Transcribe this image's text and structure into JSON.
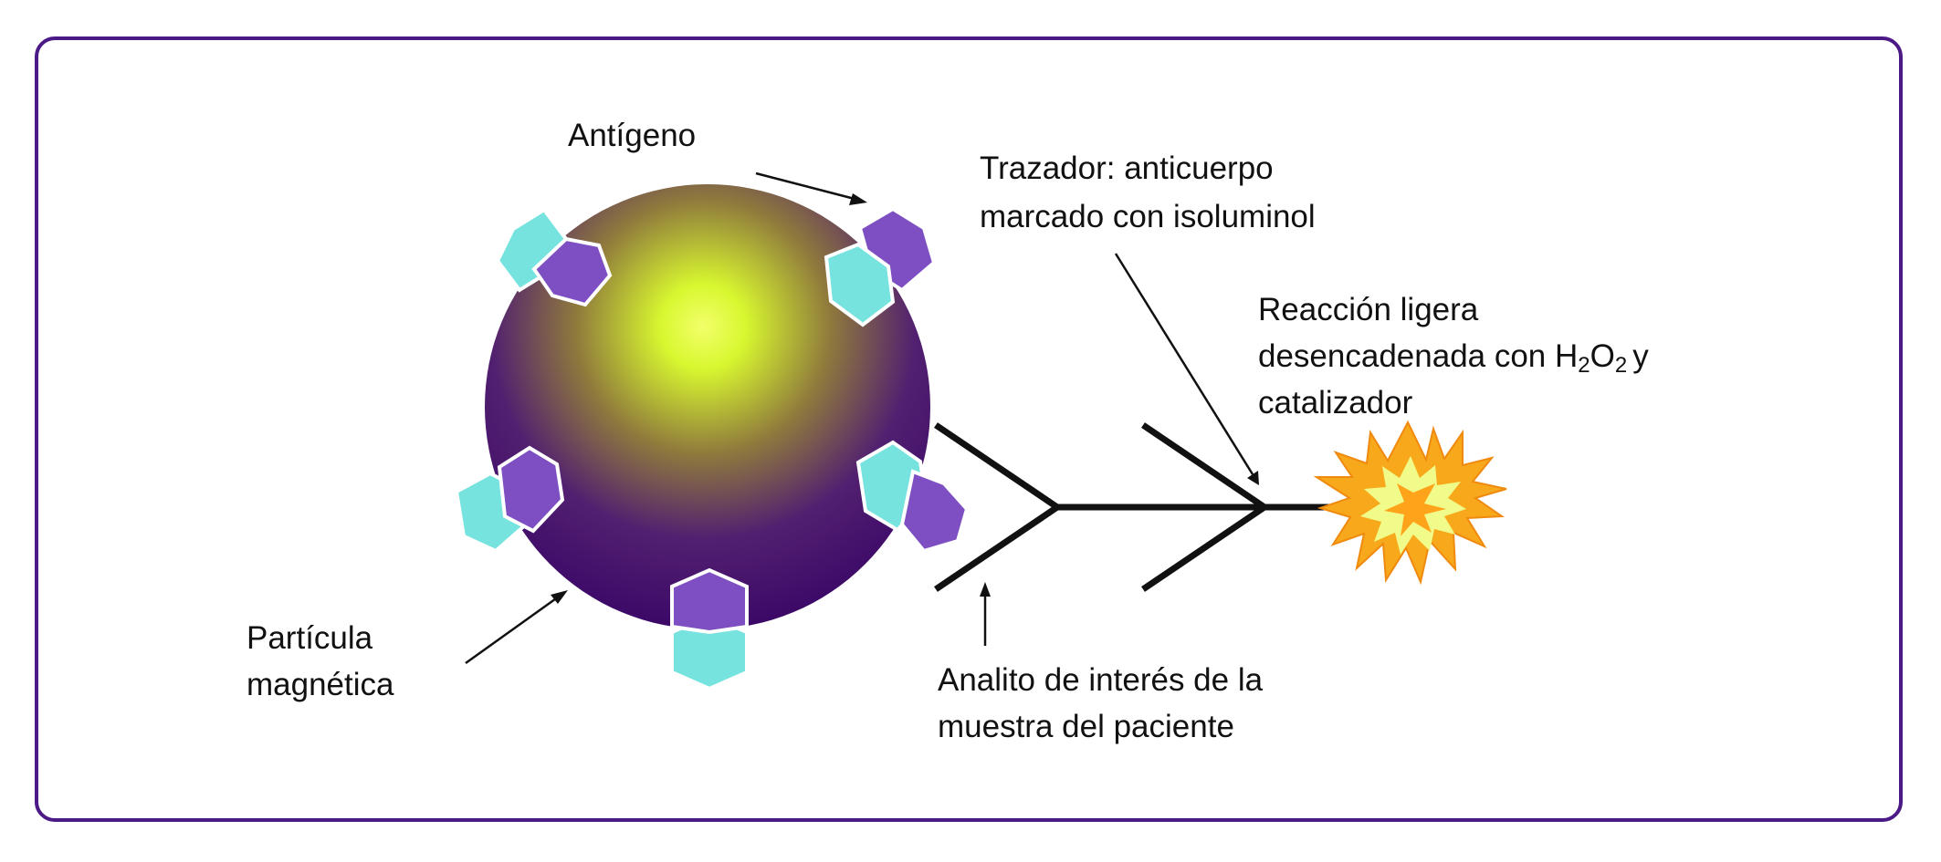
{
  "labels": {
    "antigen": "Antígeno",
    "tracer_line1": "Trazador: anticuerpo",
    "tracer_line2": "marcado con isoluminol",
    "reaction_line1": "Reacción ligera",
    "reaction_line2_prefix": "desencadenada con H",
    "reaction_sub1": "2",
    "reaction_mid": "O",
    "reaction_sub2": "2",
    "reaction_suffix": "y",
    "reaction_line3": "catalizador",
    "particle_line1": "Partícula",
    "particle_line2": "magnética",
    "analyte_line1": "Analito de interés de la",
    "analyte_line2": "muestra del paciente"
  },
  "colors": {
    "frame": "#4b1a86",
    "sphere_center": "#e6ff4a",
    "sphere_mid": "#b7e620",
    "sphere_edge": "#3c0868",
    "hex_cyan": "#76e3df",
    "hex_purple": "#7d4fc2",
    "burst_outer": "#f7a81b",
    "burst_inner": "#f1fb8a",
    "burst_core": "#ffa31a",
    "lines": "#111111"
  }
}
